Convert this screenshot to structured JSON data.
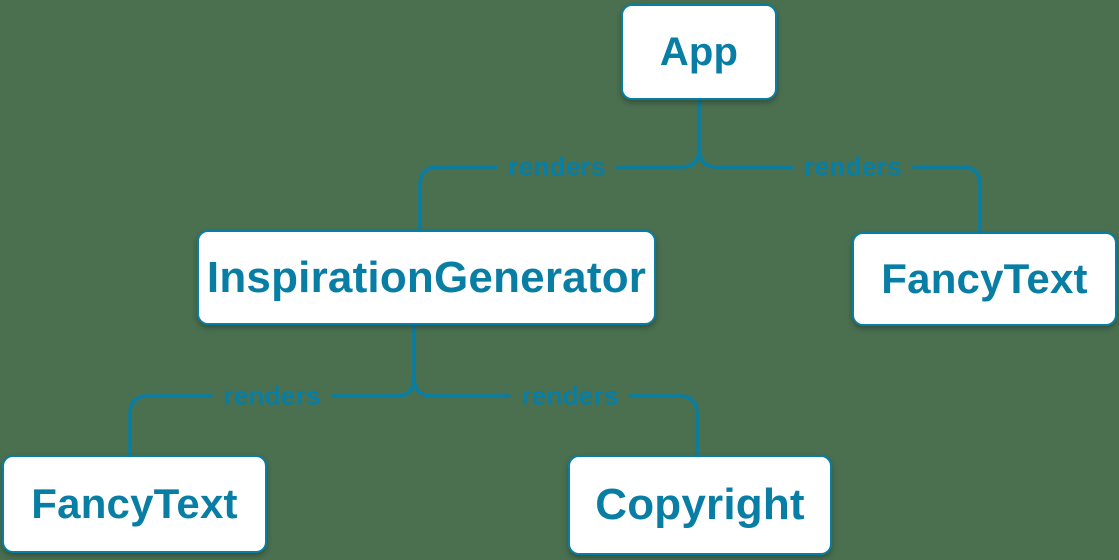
{
  "colors": {
    "background": "#4A7050",
    "accent": "#087EA4",
    "node_fill": "#FFFFFF"
  },
  "diagram": {
    "type": "tree",
    "description": "component render tree",
    "nodes": [
      {
        "id": "app",
        "label": "App"
      },
      {
        "id": "inspiration-generator",
        "label": "InspirationGenerator"
      },
      {
        "id": "fancy-text-top",
        "label": "FancyText"
      },
      {
        "id": "fancy-text-bottom",
        "label": "FancyText"
      },
      {
        "id": "copyright",
        "label": "Copyright"
      }
    ],
    "edges": [
      {
        "from": "App",
        "to": "InspirationGenerator",
        "label": "renders"
      },
      {
        "from": "App",
        "to": "FancyText",
        "label": "renders"
      },
      {
        "from": "InspirationGenerator",
        "to": "FancyText",
        "label": "renders"
      },
      {
        "from": "InspirationGenerator",
        "to": "Copyright",
        "label": "renders"
      }
    ]
  }
}
